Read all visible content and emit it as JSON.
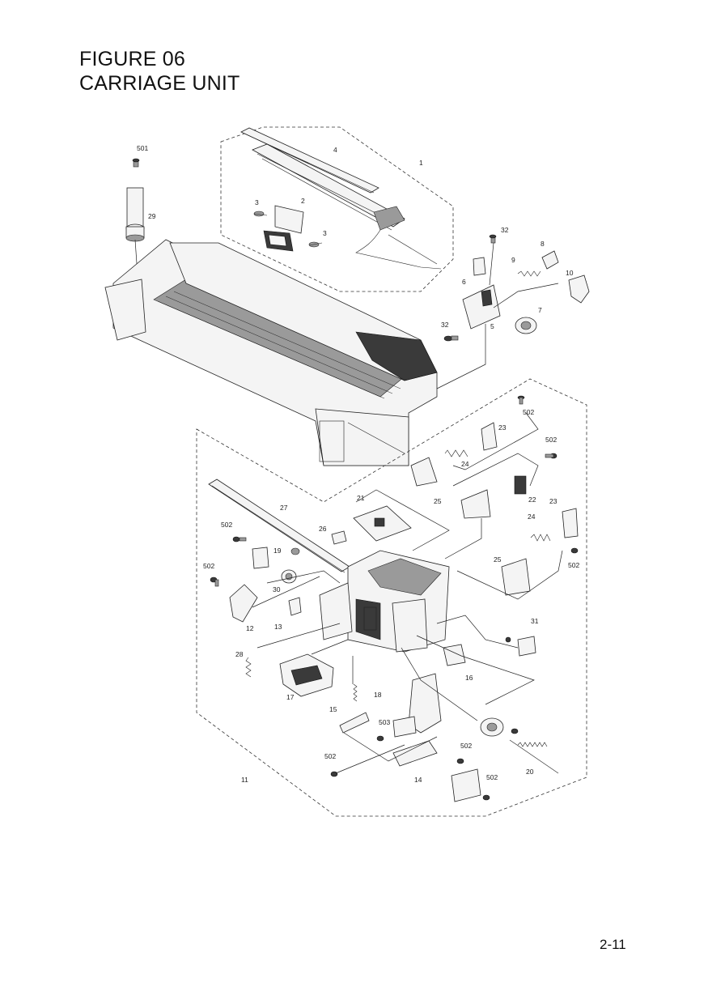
{
  "header": {
    "line1": "FIGURE 06",
    "line2": "CARRIAGE UNIT"
  },
  "page_number": "2-11",
  "callouts": {
    "c501": "501",
    "c4": "4",
    "c1": "1",
    "c3a": "3",
    "c2": "2",
    "c3b": "3",
    "c29": "29",
    "c32a": "32",
    "c8": "8",
    "c9": "9",
    "c6": "6",
    "c10": "10",
    "c7": "7",
    "c32b": "32",
    "c5": "5",
    "c502a": "502",
    "c23a": "23",
    "c502b": "502",
    "c24a": "24",
    "c21": "21",
    "c25a": "25",
    "c22": "22",
    "c23b": "23",
    "c27": "27",
    "c24b": "24",
    "c502c": "502",
    "c26": "26",
    "c19": "19",
    "c502d": "502",
    "c25b": "25",
    "c502e": "502",
    "c30": "30",
    "c12": "12",
    "c13": "13",
    "c31": "31",
    "c28": "28",
    "c16": "16",
    "c17": "17",
    "c18": "18",
    "c15": "15",
    "c503": "503",
    "c502f": "502",
    "c502g": "502",
    "c20": "20",
    "c11": "11",
    "c14": "14",
    "c502h": "502"
  }
}
